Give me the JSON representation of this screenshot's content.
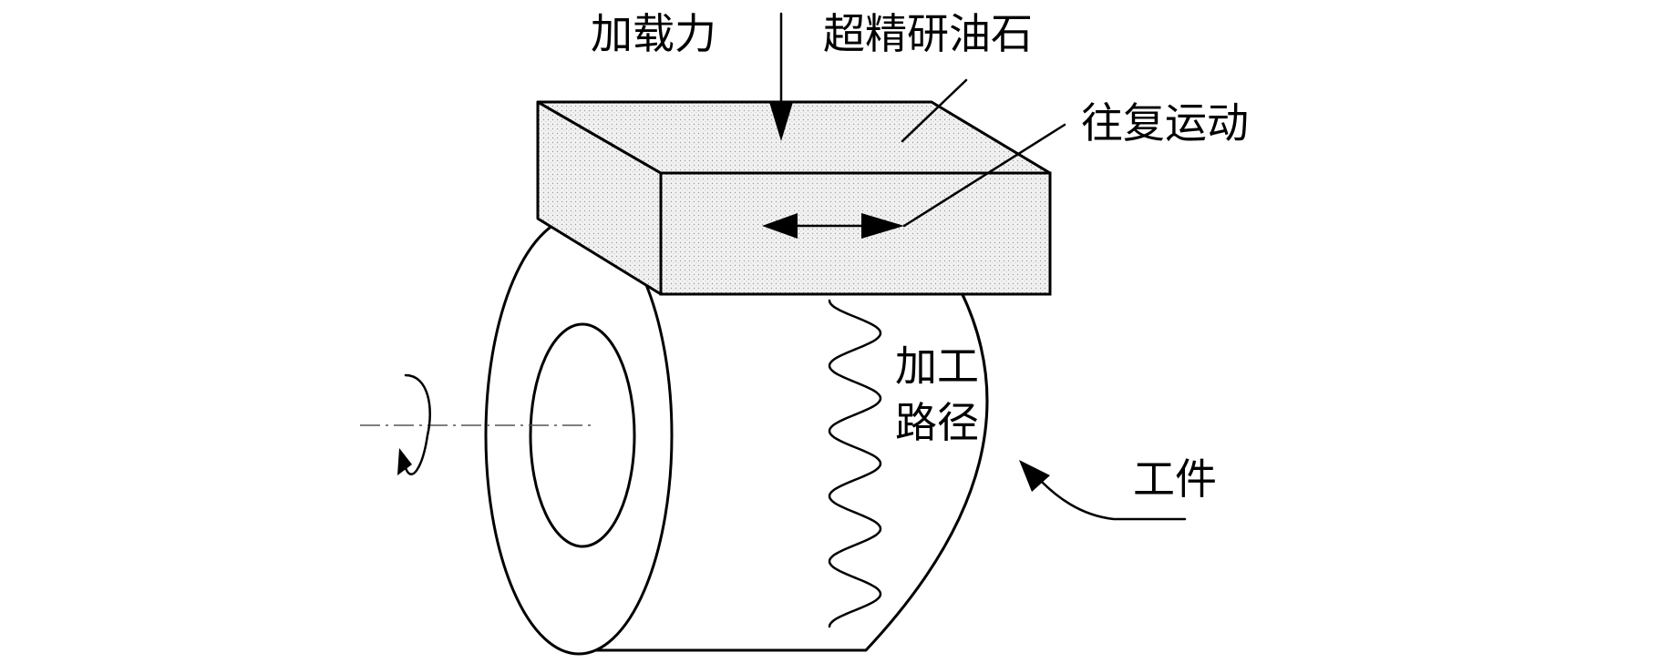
{
  "labels": {
    "load_force": "加载力",
    "honing_stone": "超精研油石",
    "reciprocating_motion": "往复运动",
    "machining_path_line1": "加工",
    "machining_path_line2": "路径",
    "workpiece": "工件"
  },
  "colors": {
    "line": "#000000",
    "stone_fill": "#ececec",
    "background": "#ffffff"
  }
}
